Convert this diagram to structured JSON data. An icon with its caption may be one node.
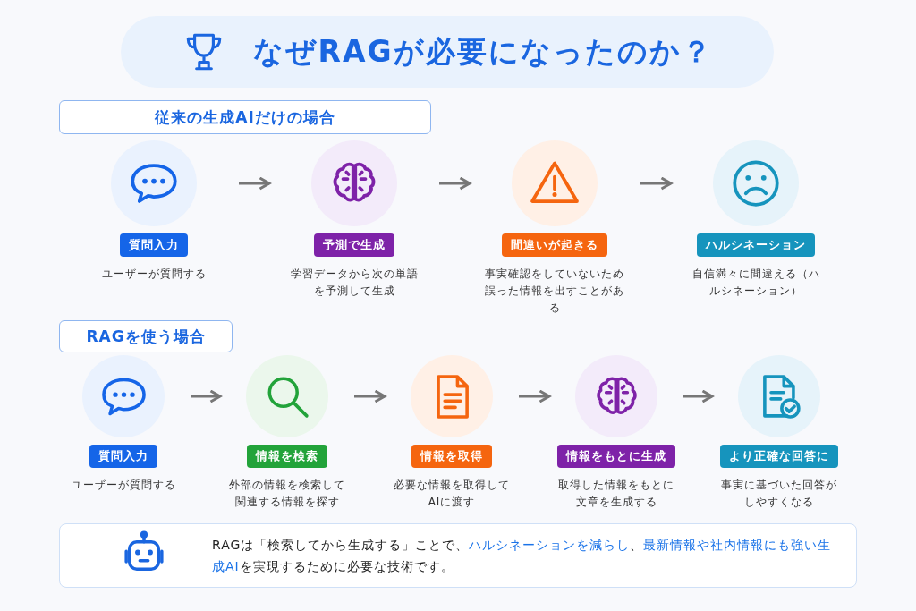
{
  "diagram": {
    "title": "なぜRAGが必要になったのか？",
    "nodes": [
      {
        "text": [
          "従来の生成AIだけの場合"
        ]
      },
      {
        "text": [
          "質問入力",
          "ユーザーが質問する"
        ]
      },
      {
        "text": [
          "予測で生成",
          "学習データから次の単語を予測して生成"
        ]
      },
      {
        "text": [
          "間違いが起きる",
          "事実確認をしていないため誤った情報を出すことがある"
        ]
      },
      {
        "text": [
          "ハルシネーション",
          "自信満々に間違える（ハルシネーション）"
        ]
      },
      {
        "text": [
          "RAGを使う場合"
        ]
      },
      {
        "text": [
          "質問入力",
          "ユーザーが質問する"
        ]
      },
      {
        "text": [
          "情報を検索",
          "外部の情報を検索して関連する情報を探す"
        ]
      },
      {
        "text": [
          "情報を取得",
          "必要な情報を取得してAIに渡す"
        ]
      },
      {
        "text": [
          "情報をもとに生成",
          "取得した情報をもとに文章を生成する"
        ]
      },
      {
        "text": [
          "より正確な回答に",
          "事実に基づいた回答がしやすくなる"
        ]
      },
      {
        "text": [
          "RAGは「検索してから生成する」ことで、**ハルシネーションを減らし**、**最新情報や社内情報にも強い生成AI**を実現するために必要な技術です。"
        ]
      }
    ],
    "edges": [
      {
        "from": 1,
        "to": 2,
        "arrow": "to"
      },
      {
        "from": 2,
        "to": 3,
        "arrow": "to"
      },
      {
        "from": 3,
        "to": 4,
        "arrow": "to"
      },
      {
        "from": 6,
        "to": 7,
        "arrow": "to"
      },
      {
        "from": 7,
        "to": 8,
        "arrow": "to"
      },
      {
        "from": 8,
        "to": 9,
        "arrow": "to"
      },
      {
        "from": 9,
        "to": 10,
        "arrow": "to"
      }
    ]
  }
}
